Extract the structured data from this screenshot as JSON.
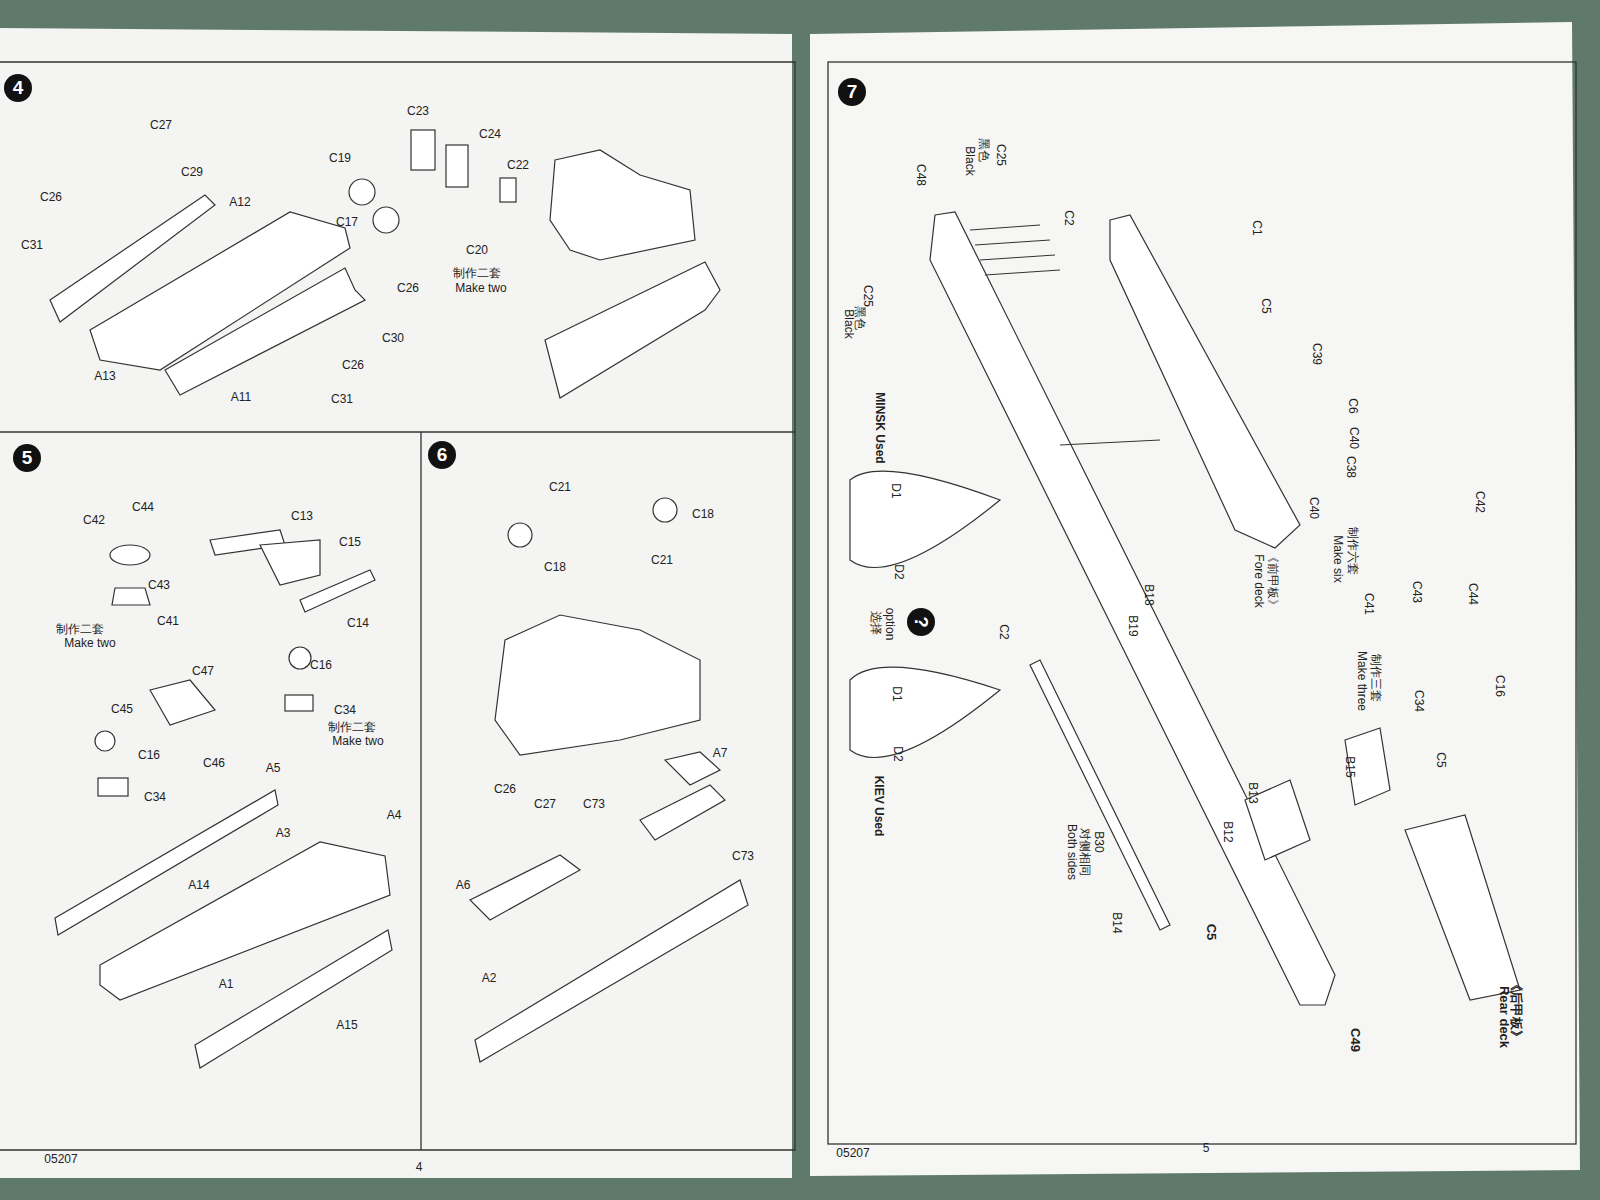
{
  "diagram": {
    "nodes": [
      {
        "text": [
          "4"
        ]
      },
      {
        "text": [
          "5"
        ]
      },
      {
        "text": [
          "6"
        ]
      },
      {
        "text": [
          "7"
        ]
      },
      {
        "text": [
          "?"
        ]
      }
    ],
    "labels": [
      "C27",
      "C29",
      "C26",
      "A12",
      "C31",
      "A13",
      "A11",
      "C23",
      "C24",
      "C19",
      "C22",
      "C17",
      "C20",
      "制作二套",
      "Make two",
      "C26",
      "C30",
      "C26",
      "C31",
      "C42",
      "C44",
      "C43",
      "制作二套",
      "Make two",
      "C41",
      "C13",
      "C15",
      "C14",
      "C47",
      "C16",
      "C45",
      "C46",
      "C34",
      "制作二套",
      "Make two",
      "C16",
      "C34",
      "A5",
      "A3",
      "A4",
      "A14",
      "A1",
      "A15",
      "C21",
      "C18",
      "C18",
      "C21",
      "A7",
      "C26",
      "C27",
      "C73",
      "A6",
      "C73",
      "A2",
      "C25",
      "黑色",
      "Black",
      "C48",
      "C2",
      "C1",
      "C5",
      "C39",
      "C6",
      "C40",
      "C38",
      "C40",
      "C42",
      "《前甲板》",
      "Fore deck",
      "制作六套",
      "Make six",
      "C41",
      "C43",
      "C44",
      "C25",
      "黑色",
      "Black",
      "MINSK Used",
      "D1",
      "D2",
      "option",
      "选择",
      "D1",
      "D2",
      "KIEV Used",
      "B18",
      "B19",
      "C2",
      "制作三套",
      "Make three",
      "C34",
      "C16",
      "B15",
      "C5",
      "B13",
      "B12",
      "B30",
      "对侧相同",
      "Both sides",
      "B14",
      "C5",
      "C49",
      "《后甲板》",
      "Rear deck",
      "05207",
      "4",
      "05207",
      "5"
    ]
  }
}
